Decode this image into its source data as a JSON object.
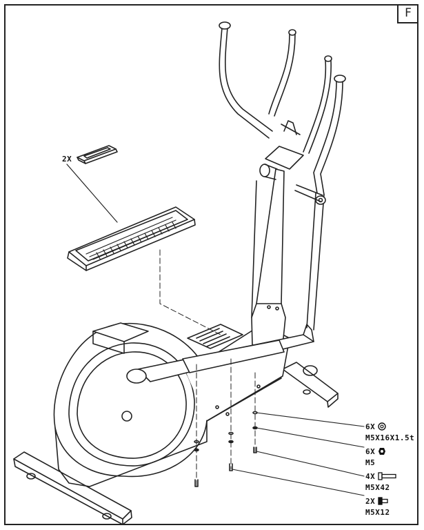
{
  "step_label": "F",
  "pedal_cover": {
    "qty": "2X"
  },
  "hardware": [
    {
      "qty": "6X",
      "size": "M5X16X1.5t",
      "icon": "washer-icon"
    },
    {
      "qty": "6X",
      "size": "M5",
      "icon": "nut-icon"
    },
    {
      "qty": "4X",
      "size": "M5X42",
      "icon": "long-screw-icon"
    },
    {
      "qty": "2X",
      "size": "M5X12",
      "icon": "short-screw-icon"
    }
  ]
}
